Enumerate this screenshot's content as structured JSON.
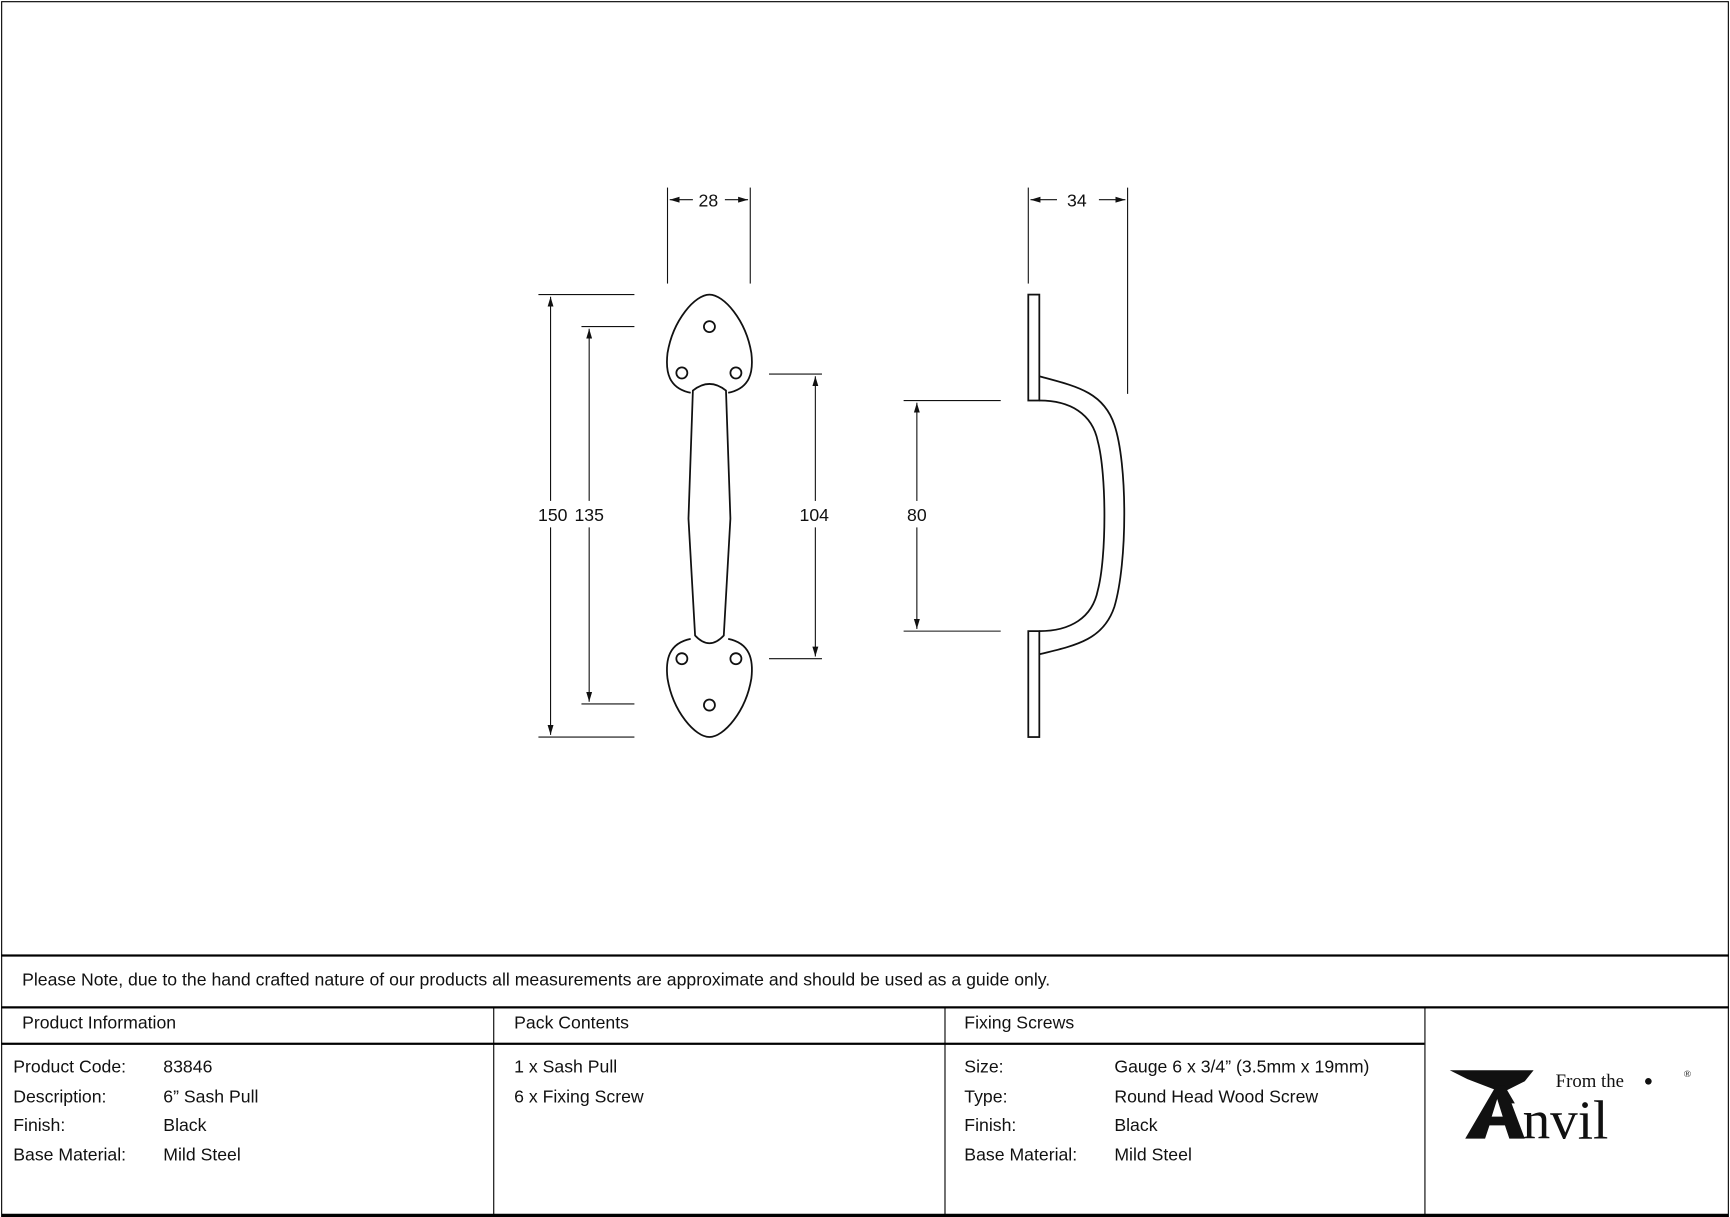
{
  "drawing": {
    "dimensions": {
      "front_width": "28",
      "side_depth": "34",
      "overall_height": "150",
      "fixing_centres": "135",
      "grip_length": "104",
      "side_grip_length": "80"
    }
  },
  "note": "Please Note, due to the hand crafted nature of our products all measurements are approximate and should be used as a guide only.",
  "product_information": {
    "title": "Product Information",
    "rows": [
      {
        "label": "Product Code:",
        "value": "83846"
      },
      {
        "label": "Description:",
        "value": "6” Sash Pull"
      },
      {
        "label": "Finish:",
        "value": "Black"
      },
      {
        "label": "Base Material:",
        "value": "Mild Steel"
      }
    ]
  },
  "pack_contents": {
    "title": "Pack Contents",
    "items": [
      "1 x Sash Pull",
      "6 x Fixing Screw"
    ]
  },
  "fixing_screws": {
    "title": "Fixing Screws",
    "rows": [
      {
        "label": "Size:",
        "value": "Gauge 6 x 3/4” (3.5mm x 19mm)"
      },
      {
        "label": "Type:",
        "value": "Round Head Wood Screw"
      },
      {
        "label": "Finish:",
        "value": "Black"
      },
      {
        "label": "Base Material:",
        "value": "Mild Steel"
      }
    ]
  },
  "logo": {
    "small": "From the",
    "big": "nvil",
    "mark": "®"
  }
}
